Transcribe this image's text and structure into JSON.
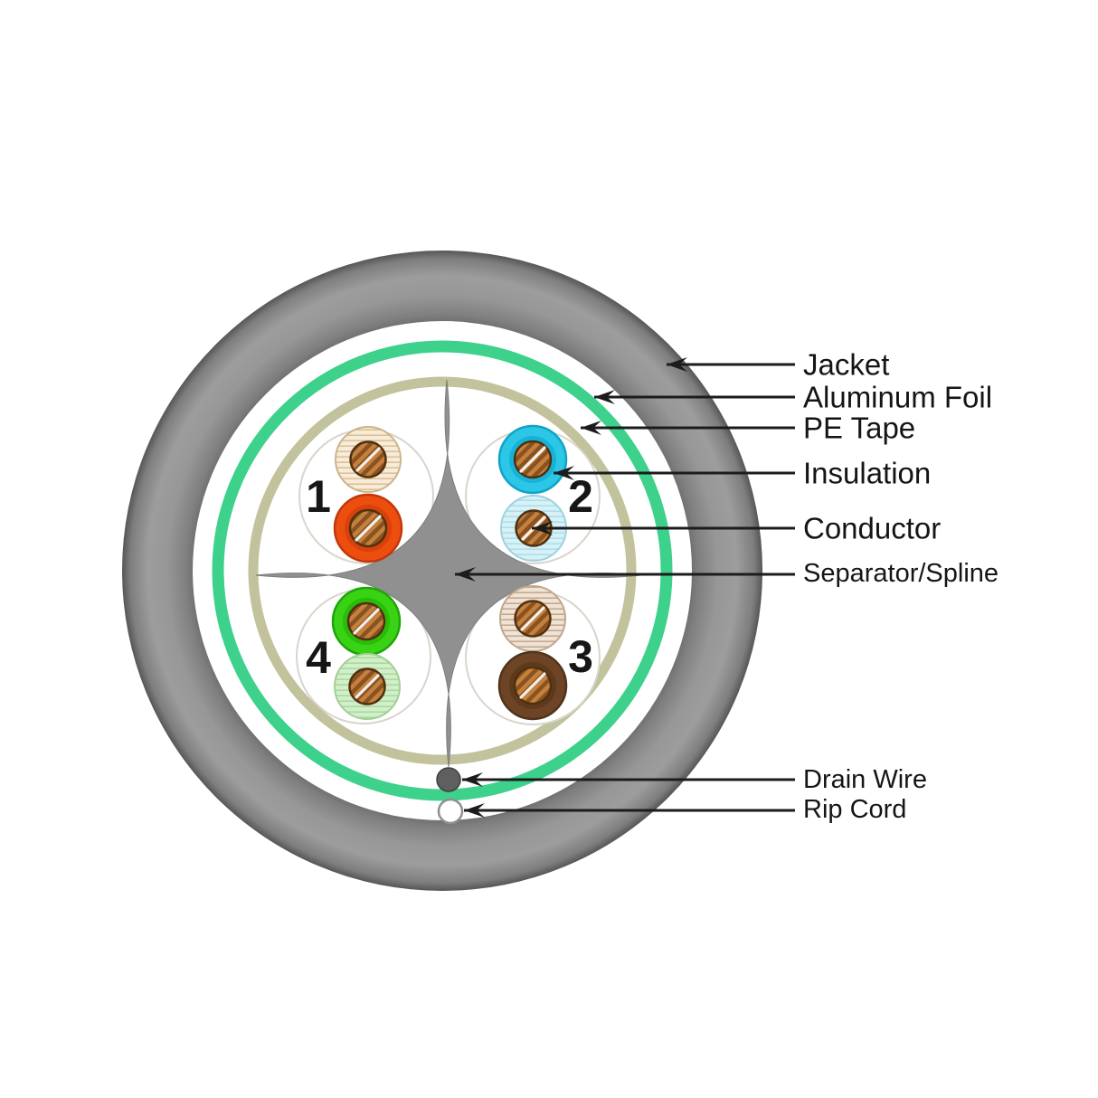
{
  "diagram": {
    "type": "cable-cross-section",
    "callouts": [
      {
        "id": "jacket",
        "label": "Jacket"
      },
      {
        "id": "aluminum-foil",
        "label": "Aluminum Foil"
      },
      {
        "id": "pe-tape",
        "label": "PE Tape"
      },
      {
        "id": "insulation",
        "label": "Insulation"
      },
      {
        "id": "conductor",
        "label": "Conductor"
      },
      {
        "id": "separator-spline",
        "label": "Separator/Spline"
      },
      {
        "id": "drain-wire",
        "label": "Drain Wire"
      },
      {
        "id": "rip-cord",
        "label": "Rip Cord"
      }
    ],
    "pairs": [
      {
        "number": "1",
        "wires": [
          "white-orange",
          "orange"
        ]
      },
      {
        "number": "2",
        "wires": [
          "blue",
          "white-blue"
        ]
      },
      {
        "number": "3",
        "wires": [
          "white-brown",
          "brown"
        ]
      },
      {
        "number": "4",
        "wires": [
          "green",
          "white-green"
        ]
      }
    ],
    "colors": {
      "jacket_gray_mid": "#9b9b9b",
      "jacket_gray_dark": "#5c5c5c",
      "foil_green": "#3dd18c",
      "pe_tape_khaki": "#c2c29d",
      "spline_gray": "#909090",
      "copper_dark": "#8a5220",
      "copper_light": "#c4813e",
      "wire_orange": "#ec4e10",
      "wire_orange_inner": "#d84208",
      "wire_blue": "#2cc6e6",
      "wire_blue_inner": "#16b3d8",
      "wire_green": "#39d215",
      "wire_green_inner": "#28bd08",
      "wire_brown": "#6d4526",
      "wire_brown_inner": "#5e3a1d",
      "wire_white_orange_base": "#f6ecd9",
      "wire_white_orange_stripe": "#dcbd92",
      "wire_white_blue_base": "#d8f1f7",
      "wire_white_blue_stripe": "#a9dde9",
      "wire_white_green_base": "#d3eeca",
      "wire_white_green_stripe": "#a6d99b",
      "wire_white_brown_base": "#efe3d6",
      "wire_white_brown_stripe": "#c5a487",
      "drain_wire_gray": "#5f5f5f",
      "rip_cord_white": "#ffffff"
    }
  }
}
